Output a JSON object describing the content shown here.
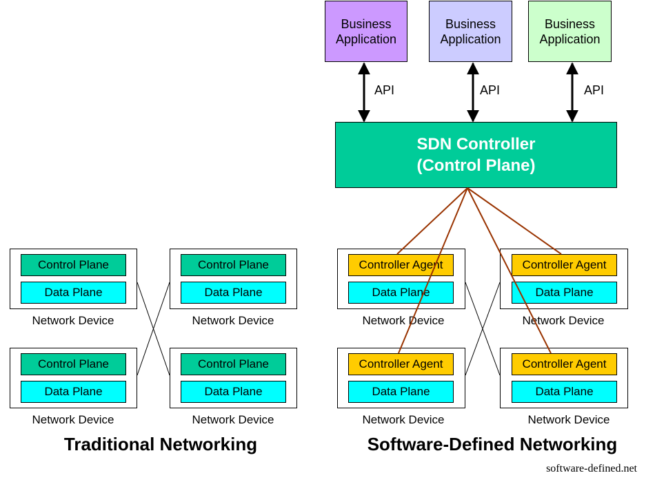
{
  "colors": {
    "app_purple": "#cc99ff",
    "app_lavender": "#ccccff",
    "app_green": "#ccffcc",
    "controller_fill": "#00cc99",
    "control_plane_fill": "#00cc99",
    "data_plane_fill": "#00ffff",
    "controller_agent_fill": "#ffcc00",
    "sdn_link_color": "#993300"
  },
  "sdn": {
    "applications": [
      {
        "label": "Business\nApplication"
      },
      {
        "label": "Business\nApplication"
      },
      {
        "label": "Business\nApplication"
      }
    ],
    "api_labels": [
      "API",
      "API",
      "API"
    ],
    "controller_label": "SDN Controller\n(Control Plane)",
    "devices": [
      {
        "top_label": "Controller Agent",
        "bottom_label": "Data Plane",
        "device_label": "Network Device"
      },
      {
        "top_label": "Controller Agent",
        "bottom_label": "Data Plane",
        "device_label": "Network Device"
      },
      {
        "top_label": "Controller Agent",
        "bottom_label": "Data Plane",
        "device_label": "Network Device"
      },
      {
        "top_label": "Controller Agent",
        "bottom_label": "Data Plane",
        "device_label": "Network Device"
      }
    ],
    "title": "Software-Defined Networking"
  },
  "traditional": {
    "devices": [
      {
        "top_label": "Control Plane",
        "bottom_label": "Data Plane",
        "device_label": "Network Device"
      },
      {
        "top_label": "Control Plane",
        "bottom_label": "Data Plane",
        "device_label": "Network Device"
      },
      {
        "top_label": "Control Plane",
        "bottom_label": "Data Plane",
        "device_label": "Network Device"
      },
      {
        "top_label": "Control Plane",
        "bottom_label": "Data Plane",
        "device_label": "Network Device"
      }
    ],
    "title": "Traditional Networking"
  },
  "watermark": "software-defined.net"
}
